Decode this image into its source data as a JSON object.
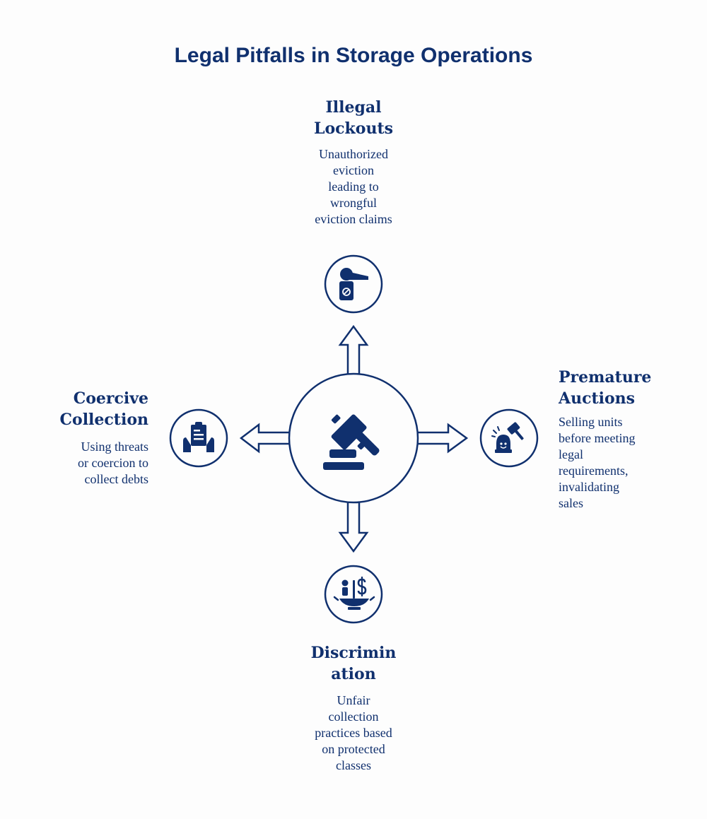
{
  "title": "Legal Pitfalls in Storage Operations",
  "colors": {
    "primary": "#10306e",
    "background": "#fdfdfd"
  },
  "center": {
    "icon": "gavel-icon"
  },
  "nodes": {
    "top": {
      "heading": [
        "Illegal",
        "Lockouts"
      ],
      "description": [
        "Unauthorized",
        "eviction",
        "leading to",
        "wrongful",
        "eviction claims"
      ],
      "icon": "door-lock-icon"
    },
    "right": {
      "heading": [
        "Premature",
        "Auctions"
      ],
      "description": [
        "Selling units",
        "before meeting",
        "legal",
        "requirements,",
        "invalidating",
        "sales"
      ],
      "icon": "auction-alarm-icon"
    },
    "bottom": {
      "heading": [
        "Discrimin",
        "ation"
      ],
      "description": [
        "Unfair",
        "collection",
        "practices based",
        "on protected",
        "classes"
      ],
      "icon": "scale-person-money-icon"
    },
    "left": {
      "heading": [
        "Coercive",
        "Collection"
      ],
      "description": [
        "Using threats",
        "or coercion to",
        "collect debts"
      ],
      "icon": "hands-document-icon"
    }
  }
}
